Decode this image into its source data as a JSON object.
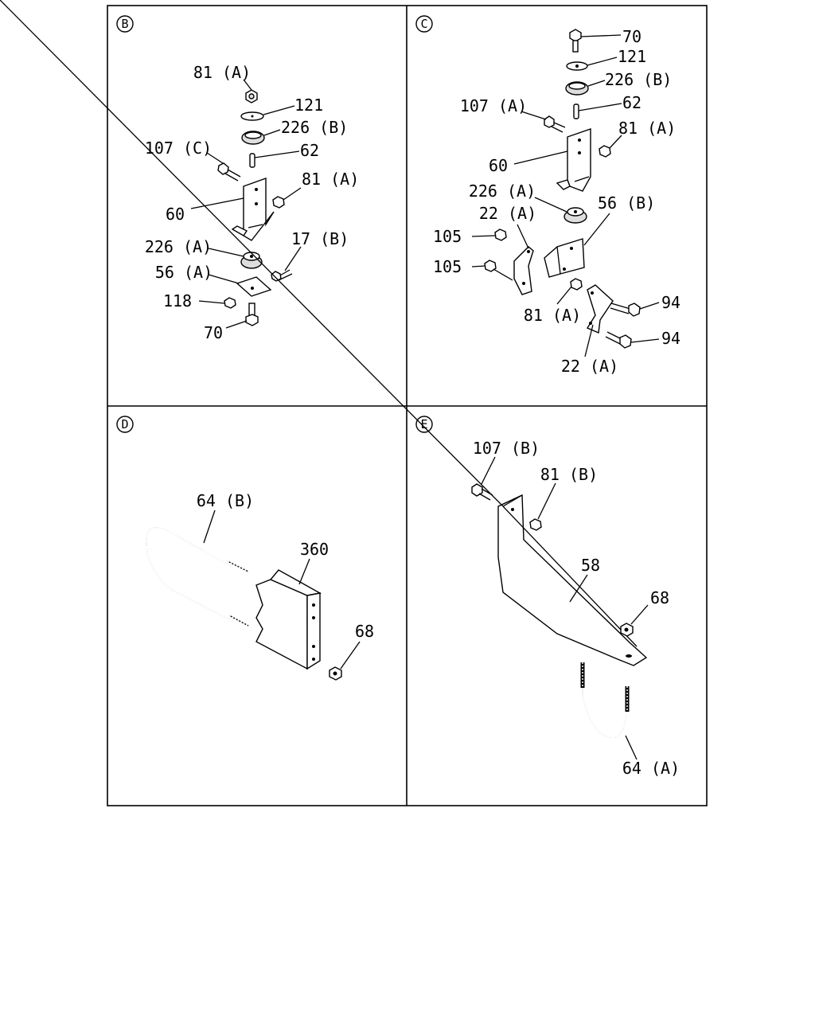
{
  "panels": {
    "B": {
      "letter": "B",
      "labels": [
        "81 (A)",
        "121",
        "226 (B)",
        "107 (C)",
        "62",
        "81 (A)",
        "60",
        "226 (A)",
        "17 (B)",
        "56 (A)",
        "118",
        "70"
      ]
    },
    "C": {
      "letter": "C",
      "labels": [
        "70",
        "121",
        "226 (B)",
        "107 (A)",
        "62",
        "81 (A)",
        "60",
        "226 (A)",
        "56 (B)",
        "22 (A)",
        "105",
        "105",
        "81 (A)",
        "94",
        "94",
        "22 (A)"
      ]
    },
    "D": {
      "letter": "D",
      "labels": [
        "64 (B)",
        "360",
        "68"
      ]
    },
    "E": {
      "letter": "E",
      "labels": [
        "107 (B)",
        "81 (B)",
        "58",
        "68",
        "64 (A)"
      ]
    }
  }
}
